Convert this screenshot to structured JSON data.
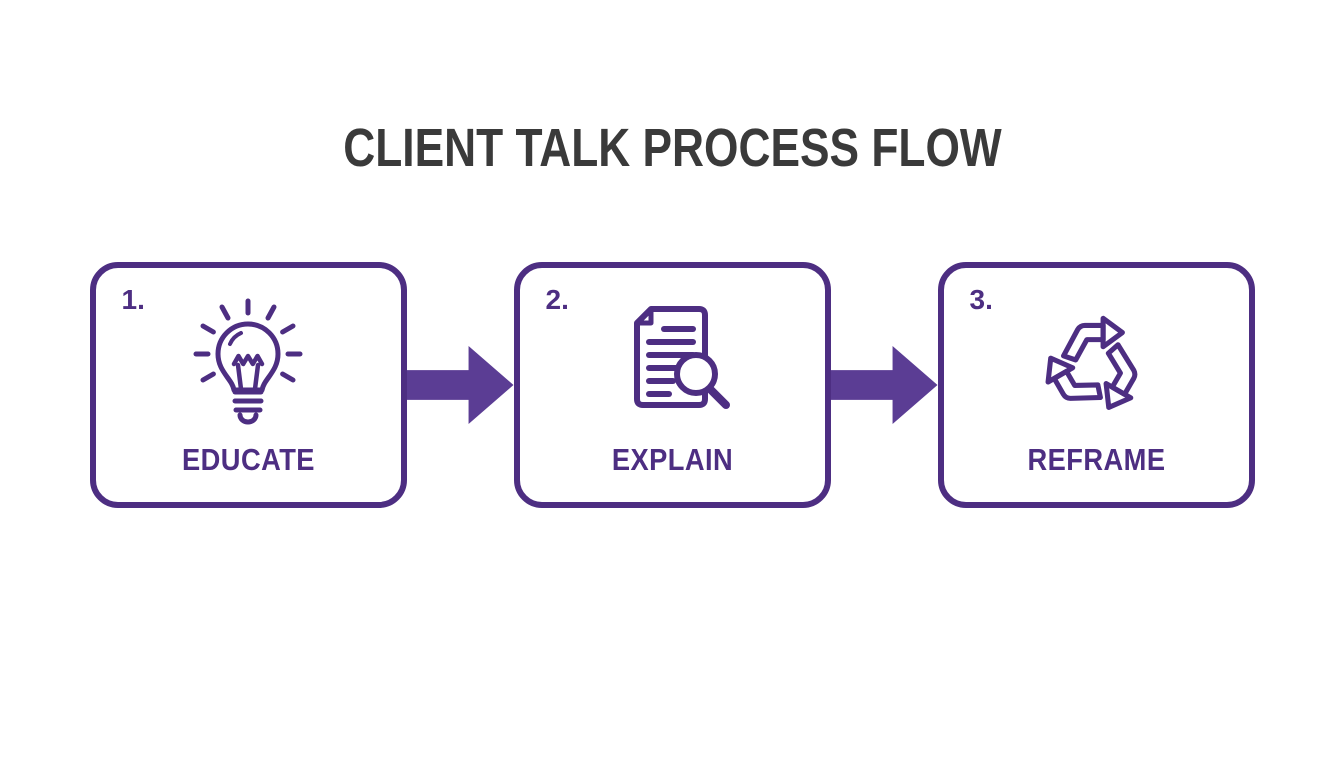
{
  "title": "CLIENT TALK PROCESS FLOW",
  "colors": {
    "purple": "#4d2e82",
    "arrow": "#5b3d94",
    "title_text": "#3a3a3a",
    "background": "#ffffff"
  },
  "steps": [
    {
      "number": "1.",
      "label": "EDUCATE",
      "icon": "lightbulb-icon"
    },
    {
      "number": "2.",
      "label": "EXPLAIN",
      "icon": "document-search-icon"
    },
    {
      "number": "3.",
      "label": "REFRAME",
      "icon": "recycle-icon"
    }
  ],
  "connectors": [
    {
      "icon": "arrow-right-icon"
    },
    {
      "icon": "arrow-right-icon"
    }
  ]
}
